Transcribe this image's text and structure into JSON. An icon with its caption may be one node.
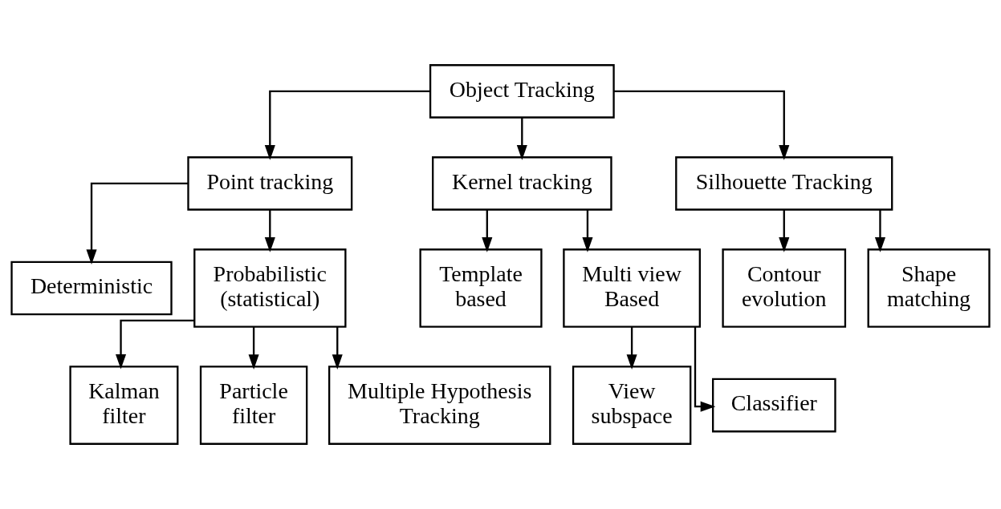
{
  "diagram": {
    "nodes": [
      {
        "text": [
          "Object Tracking"
        ]
      },
      {
        "text": [
          "Point tracking"
        ]
      },
      {
        "text": [
          "Kernel tracking"
        ]
      },
      {
        "text": [
          "Silhouette Tracking"
        ]
      },
      {
        "text": [
          "Deterministic"
        ]
      },
      {
        "text": [
          "Probabilistic (statistical)"
        ]
      },
      {
        "text": [
          "Template based"
        ]
      },
      {
        "text": [
          "Multi view Based"
        ]
      },
      {
        "text": [
          "Contour evolution"
        ]
      },
      {
        "text": [
          "Shape matching"
        ]
      },
      {
        "text": [
          "Kalman filter"
        ]
      },
      {
        "text": [
          "Particle filter"
        ]
      },
      {
        "text": [
          "Multiple Hypothesis Tracking"
        ]
      },
      {
        "text": [
          "View subspace"
        ]
      },
      {
        "text": [
          "Classifier"
        ]
      }
    ],
    "edges": [
      {
        "from": 0,
        "to": 1,
        "arrow": "to"
      },
      {
        "from": 0,
        "to": 2,
        "arrow": "to"
      },
      {
        "from": 0,
        "to": 3,
        "arrow": "to"
      },
      {
        "from": 1,
        "to": 4,
        "arrow": "to"
      },
      {
        "from": 1,
        "to": 5,
        "arrow": "to"
      },
      {
        "from": 2,
        "to": 6,
        "arrow": "to"
      },
      {
        "from": 2,
        "to": 7,
        "arrow": "to"
      },
      {
        "from": 3,
        "to": 8,
        "arrow": "to"
      },
      {
        "from": 3,
        "to": 9,
        "arrow": "to"
      },
      {
        "from": 5,
        "to": 10,
        "arrow": "to"
      },
      {
        "from": 5,
        "to": 11,
        "arrow": "to"
      },
      {
        "from": 5,
        "to": 12,
        "arrow": "to"
      },
      {
        "from": 7,
        "to": 13,
        "arrow": "to"
      },
      {
        "from": 7,
        "to": 14,
        "arrow": "to"
      }
    ]
  }
}
